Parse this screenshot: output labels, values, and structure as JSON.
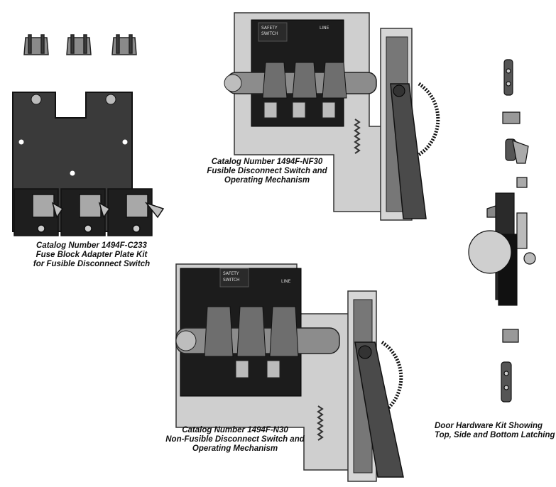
{
  "captions": {
    "fuse_block_kit": {
      "line1": "Catalog Number  1494F-C233",
      "line2": "Fuse Block Adapter Plate Kit",
      "line3": "for Fusible Disconnect Switch"
    },
    "fusible_switch": {
      "line1": "Catalog Number 1494F-NF30",
      "line2": "Fusible Disconnect Switch and",
      "line3": "Operating Mechanism"
    },
    "non_fusible_switch": {
      "line1": "Catalog Number 1494F-N30",
      "line2": "Non-Fusible Disconnect Switch and",
      "line3": "Operating Mechanism"
    },
    "door_hardware": {
      "line1": "Door Hardware Kit Showing",
      "line2": "Top, Side and Bottom Latching"
    }
  },
  "plate_labels": {
    "safety": "SAFETY",
    "line": "LINE",
    "switch": "SWITCH"
  }
}
